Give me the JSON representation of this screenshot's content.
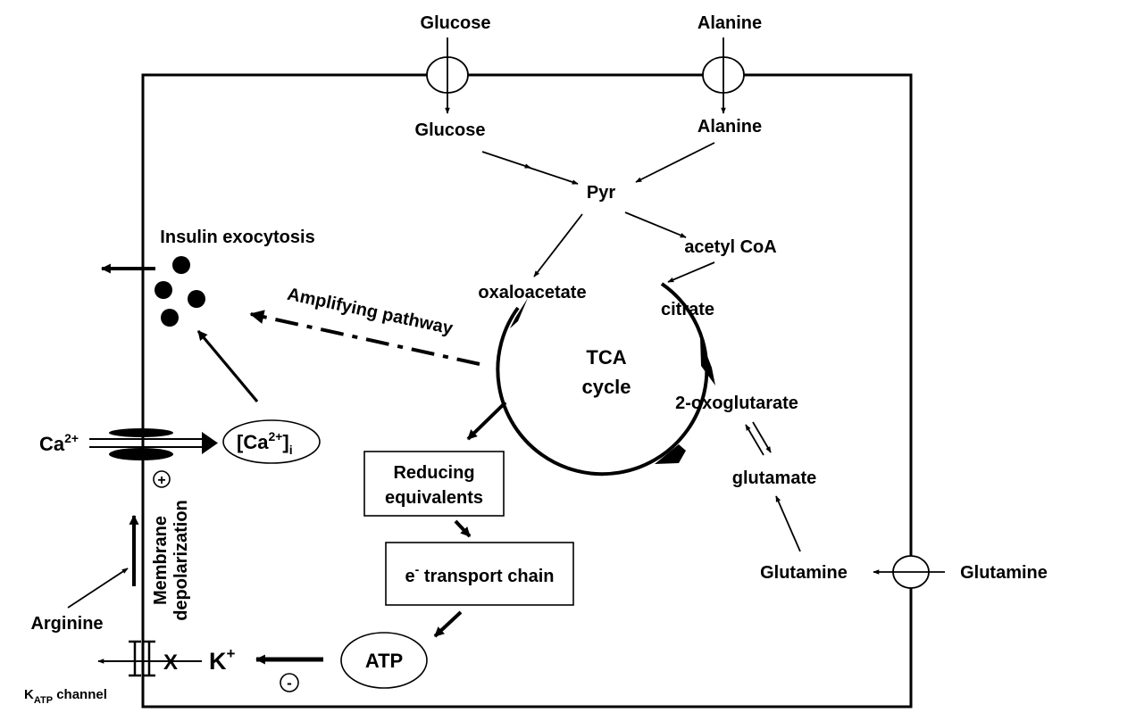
{
  "labels": {
    "glucose_out": "Glucose",
    "alanine_out": "Alanine",
    "glucose_in": "Glucose",
    "alanine_in": "Alanine",
    "pyr": "Pyr",
    "acetyl_coa": "acetyl CoA",
    "insulin_exocytosis": "Insulin exocytosis",
    "oxaloacetate": "oxaloacetate",
    "citrate": "citrate",
    "amplifying_pathway": "Amplifying pathway",
    "tca_line1": "TCA",
    "tca_line2": "cycle",
    "oxoglutarate": "2-oxoglutarate",
    "glutamate": "glutamate",
    "ca_ext": "Ca",
    "ca_ext_sup": "2+",
    "ca_int_open": "[Ca",
    "ca_int_sup": "2+",
    "ca_int_close": "]",
    "ca_int_sub": "i",
    "plus_sign": "+",
    "reducing_line1": "Reducing",
    "reducing_line2": "equivalents",
    "membrane_line1": "Membrane",
    "membrane_line2": "depolarization",
    "etc_e": "e",
    "etc_sup": "-",
    "etc_rest": " transport chain",
    "glutamine_in": "Glutamine",
    "glutamine_out": "Glutamine",
    "arginine": "Arginine",
    "x_mark": "X",
    "k_plus": "K",
    "k_plus_sup": "+",
    "atp": "ATP",
    "minus_sign": "-",
    "katp_k": "K",
    "katp_sub": "ATP",
    "katp_rest": " channel"
  }
}
